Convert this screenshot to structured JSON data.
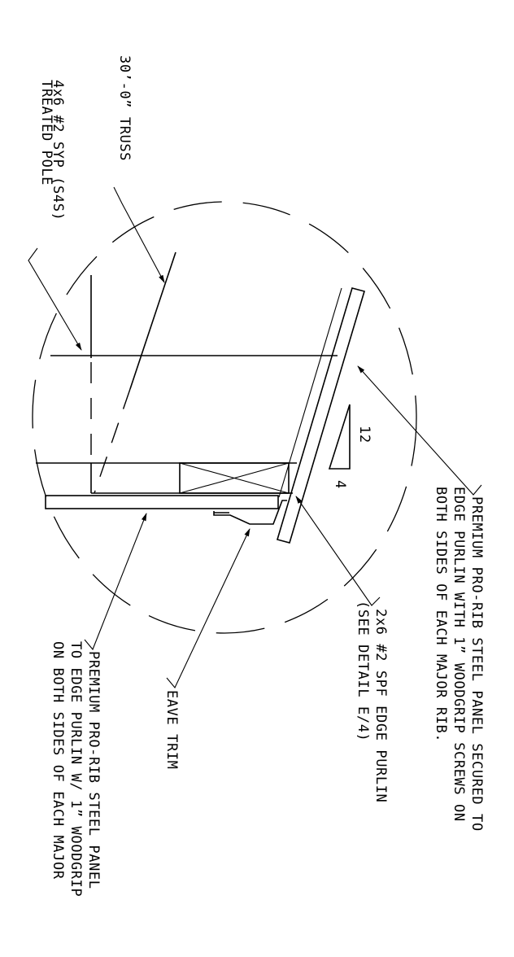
{
  "labels": {
    "truss": "30’-0” TRUSS",
    "pole_line1": "4x6 #2 SYP (S4S)",
    "pole_line2": "TREATED POLE",
    "roof_panel_line1": "PREMIUM PRO-RIB STEEL PANEL SECURED TO",
    "roof_panel_line2": "EDGE PURLIN WITH 1” WOODGRIP SCREWS ON",
    "roof_panel_line3": "BOTH SIDES OF EACH MAJOR RIB.",
    "edge_purlin_line1": "2x6 #2 SPF EDGE PURLIN",
    "edge_purlin_line2": "(SEE DETAIL E/4)",
    "eave_trim": "EAVE TRIM",
    "wall_panel_line1": "PREMIUM PRO-RIB STEEL PANEL",
    "wall_panel_line2": "TO EDGE PURLIN W/ 1” WOODGRIP",
    "wall_panel_line3": "ON BOTH SIDES OF EACH MAJOR"
  },
  "slope": {
    "rise": "4",
    "run": "12"
  }
}
